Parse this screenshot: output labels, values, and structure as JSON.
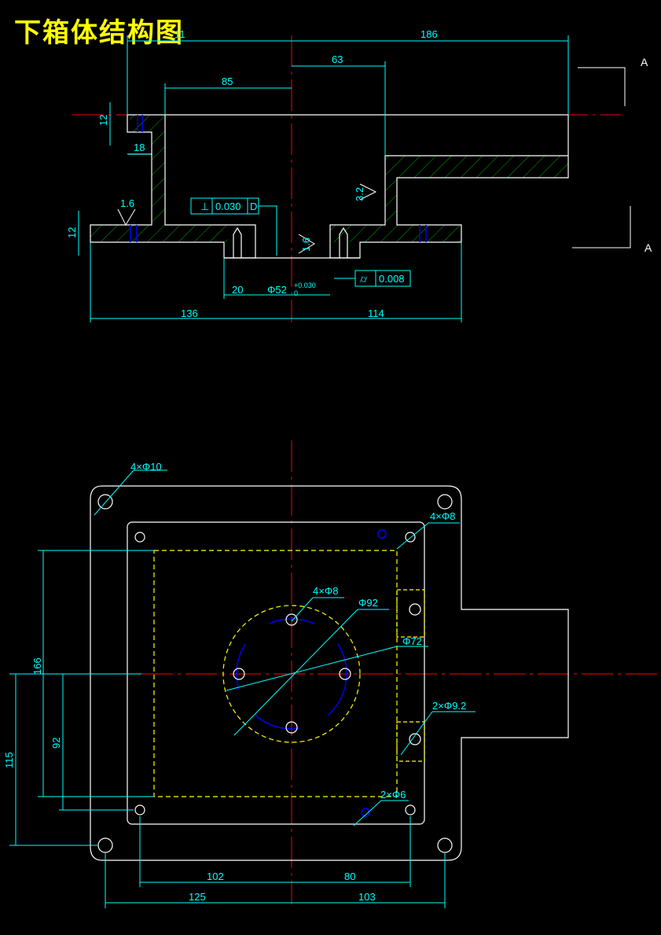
{
  "title": "下箱体结构图",
  "colors": {
    "background": "#000000",
    "outline": "#ffffff",
    "dimension": "#00ffff",
    "centerline": "#ff0000",
    "hatch": "#00a800",
    "hidden": "#ffff00",
    "hole": "#0000ff",
    "title": "#ffff00"
  },
  "section": {
    "marker": "A",
    "dims": {
      "d11": "11",
      "d186": "186",
      "d63": "63",
      "d85": "85",
      "d12a": "12",
      "d18": "18",
      "d12b": "12",
      "d20": "20",
      "d136": "136",
      "d114": "114"
    },
    "diameter_main": "Φ52",
    "tol_upper": "+0.030",
    "tol_lower": "0",
    "perp_value": "0.030",
    "perp_datum": "D",
    "cyl_value": "0.008",
    "rough_16a": "1.6",
    "rough_32": "3.2",
    "rough_16b": "1.6"
  },
  "plan": {
    "holes_outer": "4×Φ10",
    "holes_inner": "4×Φ8",
    "holes_bolt": "4×Φ8",
    "dia_92": "Φ92",
    "dia_72": "Φ72",
    "holes_side": "2×Φ9.2",
    "holes_pin": "2×Φ6",
    "dims": {
      "d166": "166",
      "d92": "92",
      "d115": "115",
      "d102": "102",
      "d80": "80",
      "d125": "125",
      "d103": "103"
    }
  }
}
